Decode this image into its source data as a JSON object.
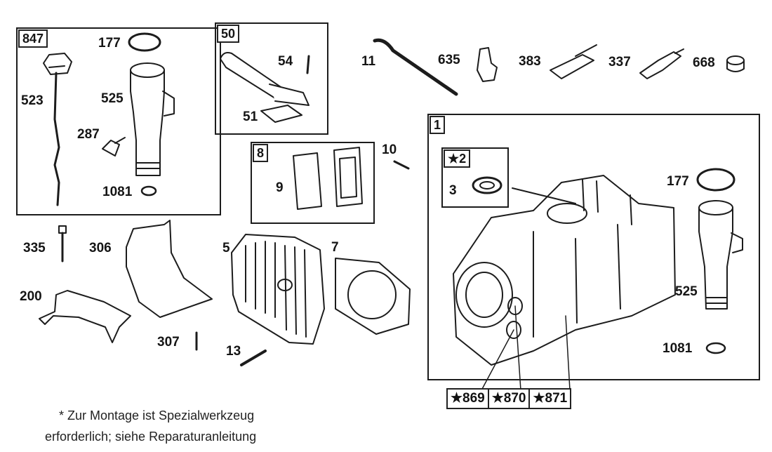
{
  "groups": {
    "g847": "847",
    "g50": "50",
    "g8": "8",
    "g1": "1",
    "g2": "★2"
  },
  "parts": {
    "p177a": "177",
    "p523": "523",
    "p525a": "525",
    "p287": "287",
    "p1081a": "1081",
    "p54": "54",
    "p51": "51",
    "p11": "11",
    "p635": "635",
    "p383": "383",
    "p337": "337",
    "p668": "668",
    "p9": "9",
    "p10": "10",
    "p3": "3",
    "p177b": "177",
    "p525b": "525",
    "p1081b": "1081",
    "p335": "335",
    "p306": "306",
    "p5": "5",
    "p7": "7",
    "p200": "200",
    "p307": "307",
    "p13": "13"
  },
  "special_tools": [
    "★869",
    "★870",
    "★871"
  ],
  "footnote": {
    "line1": "*  Zur Montage ist Spezialwerkzeug",
    "line2": "erforderlich; siehe Reparaturanleitung"
  }
}
